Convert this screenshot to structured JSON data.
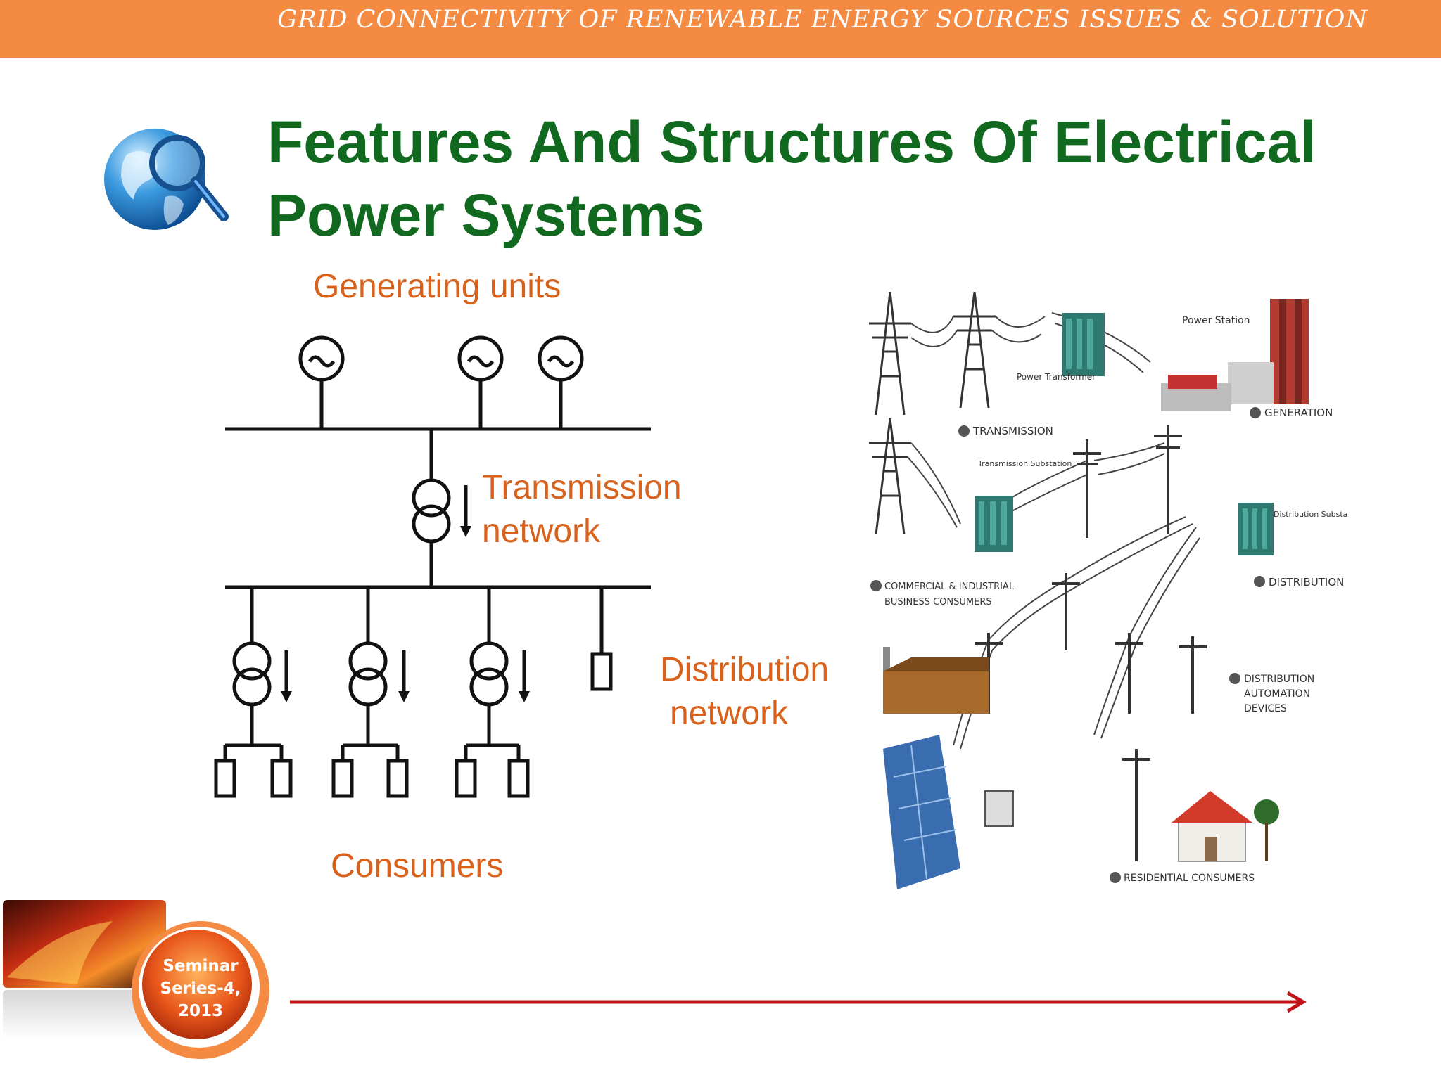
{
  "header": {
    "banner_text": "GRID CONNECTIVITY OF RENEWABLE ENERGY SOURCES ISSUES & SOLUTION"
  },
  "title": {
    "line1": "Features And Structures Of Electrical",
    "line2": "Power Systems"
  },
  "diagram": {
    "generating_label": "Generating units",
    "transmission_label_1": "Transmission",
    "transmission_label_2": "network",
    "distribution_label_1": "Distribution",
    "distribution_label_2": "network",
    "consumers_label": "Consumers"
  },
  "illustration": {
    "power_station": "Power Station",
    "power_transformer": "Power Transformer",
    "generation": "GENERATION",
    "transmission": "TRANSMISSION",
    "transmission_substation": "Transmission Substation",
    "distribution_substation": "Distribution Substation",
    "commercial_1": "COMMERCIAL & INDUSTRIAL",
    "commercial_2": "BUSINESS CONSUMERS",
    "distribution": "DISTRIBUTION",
    "automation_1": "DISTRIBUTION",
    "automation_2": "AUTOMATION",
    "automation_3": "DEVICES",
    "residential": "RESIDENTIAL CONSUMERS"
  },
  "badge": {
    "line1": "Seminar",
    "line2": "Series-4,",
    "line3": "2013"
  },
  "colors": {
    "header": "#f58a43",
    "title": "#11691f",
    "label": "#d8621c",
    "arrow": "#c0141a"
  },
  "icons": [
    "globe-magnifier-icon",
    "generator-symbol",
    "transformer-symbol",
    "load-symbol",
    "timeline-arrow"
  ]
}
